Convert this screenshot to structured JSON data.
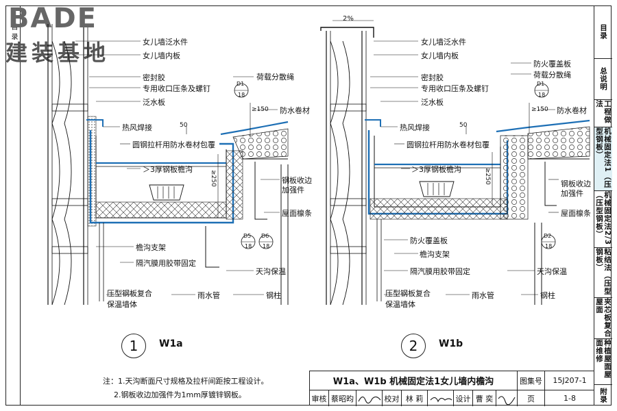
{
  "logo": {
    "brand": "BADE",
    "subtitle": "建装基地"
  },
  "left_strip": [
    "目",
    "录"
  ],
  "right_nav": [
    {
      "label": "目录",
      "active": false
    },
    {
      "label": "总说明",
      "active": false
    },
    {
      "label": "工程做法",
      "active": false
    },
    {
      "label": "机械固定法1（压型钢板）",
      "active": true
    },
    {
      "label": "机械固定法2/3（压型钢板）",
      "active": false
    },
    {
      "label": "粘结法（压型钢板）",
      "active": false
    },
    {
      "label": "夹芯板复合屋面",
      "active": false
    },
    {
      "label": "种植屋面屋面维修",
      "active": false
    },
    {
      "label": "附录",
      "active": false
    }
  ],
  "slope": "2%",
  "dims": {
    "d50": "50",
    "d150": "≥150",
    "d250": "≥250"
  },
  "detail_a": {
    "number": "1",
    "name": "W1a",
    "labels": {
      "parapet_flashing": "女儿墙泛水件",
      "parapet_inner_board": "女儿墙内板",
      "sealant": "密封胶",
      "closing_strip": "专用收口压条及螺钉",
      "flashing_board": "泛水板",
      "load_rope": "荷载分散绳",
      "waterproof_roll": "防水卷材",
      "hot_air_weld": "热风焊接",
      "tie_rod_wrap": "圆钢拉杆用防水卷材包覆",
      "gutter": "＞3厚钢板檐沟",
      "edge_stiffener_1": "钢板收边",
      "edge_stiffener_2": "加强件",
      "purlin": "屋面檩条",
      "gutter_bracket": "檐沟支架",
      "vapor_tape": "隔汽膜用胶带固定",
      "gutter_insulation": "天沟保温",
      "wall_1": "压型钢板复合",
      "wall_2": "保温墙体",
      "downpipe": "雨水管",
      "steel_column": "钢柱",
      "ref_d1": "D1",
      "ref_18": "18",
      "ref_d5": "D5",
      "ref_d6": "D6"
    }
  },
  "detail_b": {
    "number": "2",
    "name": "W1b",
    "labels": {
      "parapet_flashing": "女儿墙泛水件",
      "parapet_inner_board": "女儿墙内板",
      "fire_cover": "防火覆盖板",
      "load_rope": "荷载分散绳",
      "sealant": "密封胶",
      "closing_strip": "专用收口压条及螺钉",
      "flashing_board": "泛水板",
      "waterproof_roll": "防水卷材",
      "hot_air_weld": "热风焊接",
      "tie_rod_wrap": "圆钢拉杆用防水卷材包覆",
      "gutter": "＞3厚钢板檐沟",
      "edge_stiffener_1": "钢板收边",
      "edge_stiffener_2": "加强件",
      "purlin": "屋面檩条",
      "fire_cover_2": "防火覆盖板",
      "gutter_bracket": "檐沟支架",
      "vapor_tape": "隔汽膜用胶带固定",
      "gutter_insulation": "天沟保温",
      "wall_1": "压型钢板复合",
      "wall_2": "保温墙体",
      "downpipe": "雨水管",
      "steel_column": "钢柱",
      "ref_d1": "D1",
      "ref_18": "18",
      "ref_d2": "D2"
    }
  },
  "notes": [
    "注：1.天沟断面尺寸规格及拉杆间距按工程设计。",
    "2.钢板收边加强件为1mm厚镀锌钢板。"
  ],
  "title_block": {
    "title": "W1a、W1b 机械固定法1女儿墙内檐沟",
    "atlas_label": "图集号",
    "atlas_no": "15J207-1",
    "review_label": "审核",
    "reviewer": "蔡昭昀",
    "check_label": "校对",
    "checker": "林 莉",
    "design_label": "设计",
    "designer": "曹 奕",
    "page_label": "页",
    "page_no": "1-8"
  }
}
